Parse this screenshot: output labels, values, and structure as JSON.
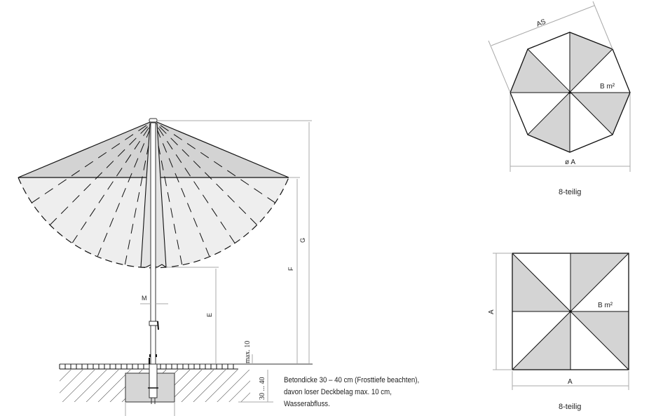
{
  "side_view": {
    "labels": {
      "M": "M",
      "E": "E",
      "F": "F",
      "G": "G",
      "max10": "max. 10",
      "depth": "30 ... 40"
    },
    "note_lines": [
      "Betondicke 30 – 40 cm (Frosttiefe beachten),",
      "davon loser Deckbelag max. 10 cm,",
      "Wasserabfluss."
    ]
  },
  "octagon_view": {
    "as_label": "AS",
    "area_label": "B m²",
    "diameter_label": "ø A",
    "caption": "8-teilig"
  },
  "square_view": {
    "side_label_v": "A",
    "side_label_h": "A",
    "area_label": "B m²",
    "caption": "8-teilig"
  },
  "colors": {
    "canopy_top": "#d3d3d3",
    "canopy_open": "#eeeeee",
    "panel": "#d4d4d4",
    "concrete": "#d6d6d6"
  }
}
